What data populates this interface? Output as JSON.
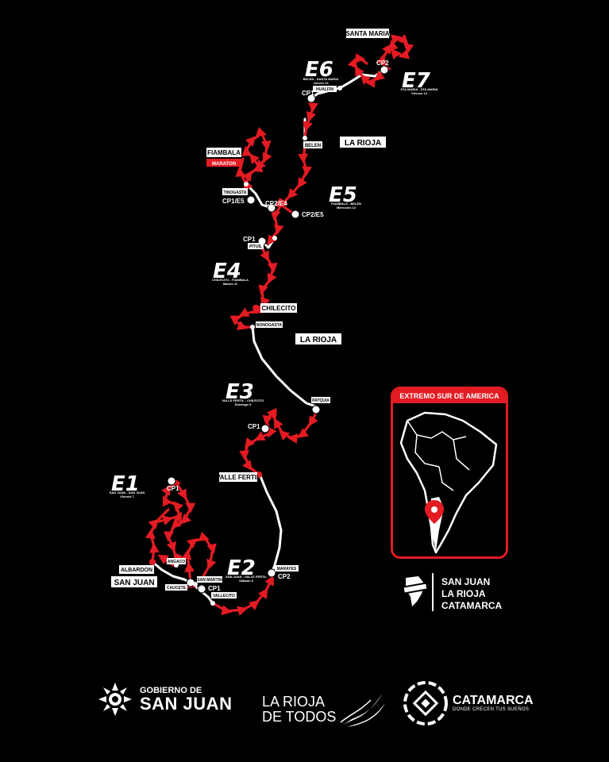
{
  "stages": [
    {
      "code": "E1",
      "route": "SAN JUAN - SAN JUAN",
      "day": "Viernes 7"
    },
    {
      "code": "E2",
      "route": "SAN JUAN - VALLE FERTIL",
      "day": "Sábado 8"
    },
    {
      "code": "E3",
      "route": "VALLE FERTIL - CHILECITO",
      "day": "Domingo 9"
    },
    {
      "code": "E4",
      "route": "CHILECITO - FIAMBALA",
      "day": "Martes 11"
    },
    {
      "code": "E5",
      "route": "FIAMBALA - BELEN",
      "day": "Miércoles 12"
    },
    {
      "code": "E6",
      "route": "BELEN - SANTA MARIA",
      "day": "Jueves 13"
    },
    {
      "code": "E7",
      "route": "STA MARIA - STA MARIA",
      "day": "Viernes 14"
    }
  ],
  "places": {
    "santa_maria": "SANTA MARIA",
    "hualfin": "HUALFIN",
    "belen": "BELEN",
    "fiambala": "FIAMBALA",
    "maraton": "MARATON",
    "tinogasta": "TINOGASTA",
    "pituil": "PITUIL",
    "chilecito": "CHILECITO",
    "nonogasta": "NONOGASTA",
    "patquia": "PATQUIA",
    "valle_fertil": "VALLE FERTIL",
    "albardon": "ALBARDON",
    "angaco": "ANGACO",
    "san_juan": "SAN JUAN",
    "caucete": "CAUCETE",
    "san_martin": "SAN MARTIN",
    "vallecito": "VALLECITO",
    "marayes": "MARAYES"
  },
  "regions_on_map": {
    "la_rioja_north": "LA RIOJA",
    "la_rioja_south": "LA RIOJA"
  },
  "checkpoints": {
    "cp2_e7": "CP2",
    "cp1_e6": "CP1",
    "cp1_e5": "CP1/E5",
    "cp2_e4": "CP2/E4",
    "cp2_e5": "CP2/E5",
    "cp1_e4": "CP1",
    "cp1_e3": "CP1",
    "cp1_e1": "CP1",
    "cp1_e2": "CP1",
    "cp2_e2": "CP2"
  },
  "inset": {
    "title": "EXTREMO SUR DE AMERICA"
  },
  "regions_list": [
    "SAN JUAN",
    "LA RIOJA",
    "CATAMARCA"
  ],
  "footer": {
    "san_juan_top": "GOBIERNO DE",
    "san_juan_bottom": "SAN JUAN",
    "la_rioja_line1": "LA RIOJA",
    "la_rioja_line2": "DE TODOS",
    "catamarca_name": "CATAMARCA",
    "catamarca_slogan": "DONDE CRECEN TUS SUEÑOS"
  },
  "colors": {
    "background": "#000000",
    "route_red": "#e31b23",
    "route_white": "#ffffff"
  }
}
